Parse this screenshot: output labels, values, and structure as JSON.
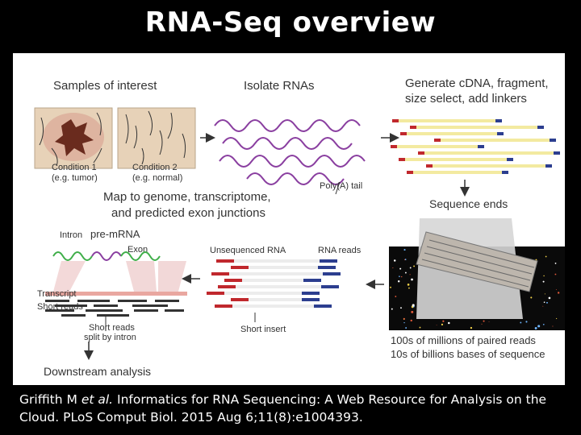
{
  "title": "RNA-Seq overview",
  "figure": {
    "samples_heading": "Samples of interest",
    "isolate_heading": "Isolate RNAs",
    "generate_line1": "Generate cDNA, fragment,",
    "generate_line2": "size select, add linkers",
    "condition1_name": "Condition 1",
    "condition1_example": "(e.g. tumor)",
    "condition2_name": "Condition 2",
    "condition2_example": "(e.g. normal)",
    "polya_label": "Poly(A) tail",
    "map_line1": "Map to genome, transcriptome,",
    "map_line2": "and predicted exon junctions",
    "sequence_ends": "Sequence ends",
    "intron_label": "Intron",
    "premrna_label": "pre-mRNA",
    "exon_label": "Exon",
    "unsequenced_label": "Unsequenced RNA",
    "rna_reads_label": "RNA reads",
    "transcript_label": "Transcript",
    "short_reads_label": "Short reads",
    "split_line1": "Short reads",
    "split_line2": "split by intron",
    "short_insert_label": "Short insert",
    "downstream_label": "Downstream analysis",
    "paired_reads_line": "100s of millions of paired reads",
    "bases_line": "10s of billions bases of sequence"
  },
  "citation": {
    "authors": "Griffith M ",
    "etal": "et al.",
    "rest": " Informatics for RNA Sequencing: A Web Resource for Analysis on the Cloud. PLoS Comput Biol. 2015 Aug 6;11(8):e1004393."
  },
  "colors": {
    "background": "#000000",
    "panel": "#ffffff",
    "fragment_body": "#f3eaa0",
    "linker_red": "#c0282d",
    "linker_blue": "#2c3e8f",
    "rna_purple": "#8a3fa0",
    "premrna_green": "#3fae49",
    "tissue": "#e7d2b8"
  }
}
